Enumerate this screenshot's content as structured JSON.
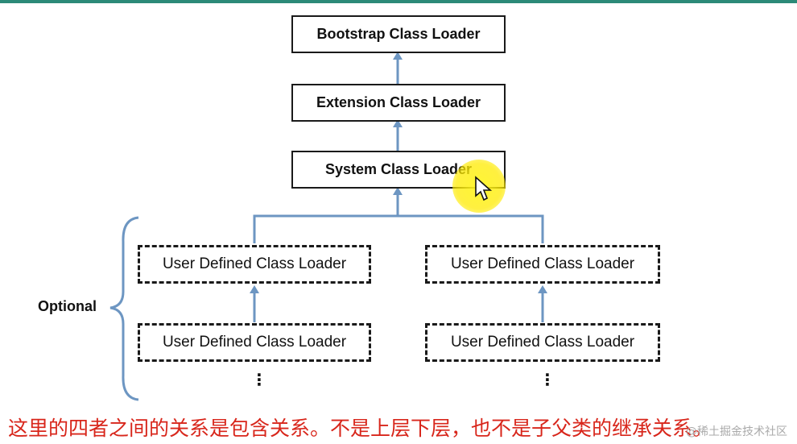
{
  "diagram": {
    "nodes": {
      "bootstrap": "Bootstrap Class Loader",
      "extension": "Extension Class Loader",
      "system": "System Class Loader",
      "user_left_top": "User Defined Class Loader",
      "user_right_top": "User Defined Class Loader",
      "user_left_bottom": "User Defined Class Loader",
      "user_right_bottom": "User Defined Class Loader"
    },
    "optional_label": "Optional",
    "ellipsis": "⋮",
    "edges": [
      {
        "from": "extension",
        "to": "bootstrap"
      },
      {
        "from": "system",
        "to": "extension"
      },
      {
        "from": "user_left_top",
        "to": "system"
      },
      {
        "from": "user_right_top",
        "to": "system"
      },
      {
        "from": "user_left_bottom",
        "to": "user_left_top"
      },
      {
        "from": "user_right_bottom",
        "to": "user_right_top"
      }
    ],
    "colors": {
      "arrow": "#6d96c2",
      "caption": "#d8261b",
      "brace": "#6d96c2"
    }
  },
  "caption": "这里的四者之间的关系是包含关系。不是上层下层，也不是子父类的继承关系。",
  "watermark": "@稀土掘金技术社区"
}
